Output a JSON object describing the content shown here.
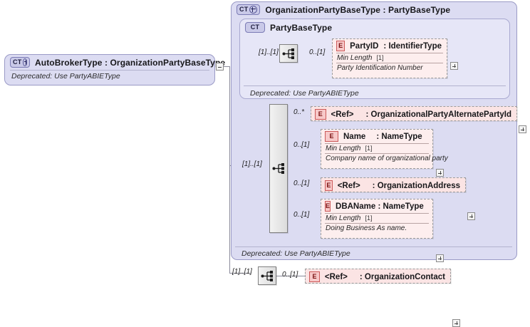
{
  "diagram": {
    "kind": "xsd-schema-diagram",
    "root_type": {
      "badge": "CT",
      "label": "AutoBrokerType : OrganizationPartyBaseType",
      "annotation": "Deprecated: Use PartyABIEType",
      "collapse_toggle": "minus-toggle"
    },
    "outer_container": {
      "badge": "CT",
      "label": "OrganizationPartyBaseType : PartyBaseType",
      "annotation": "Deprecated: Use PartyABIEType"
    },
    "inner_container": {
      "badge": "CT",
      "label": "PartyBaseType",
      "annotation": "Deprecated: Use PartyABIEType"
    },
    "sequences": [
      {
        "name": "party-base-sequence",
        "cardinality": "[1]..[1]"
      },
      {
        "name": "organization-party-sequence",
        "cardinality": "[1]..[1]"
      },
      {
        "name": "auto-broker-sequence",
        "cardinality": "[1]..[1]"
      }
    ],
    "elements": [
      {
        "id": "partyid",
        "badge": "E",
        "name": "PartyID",
        "type": ": IdentifierType",
        "cardinality": "0..[1]",
        "facet_label": "Min Length",
        "facet_value": "[1]",
        "documentation": "Party Identification Number",
        "toggle": "plus-toggle"
      },
      {
        "id": "alternate-party-id",
        "badge": "E",
        "name": "<Ref>",
        "type": ": OrganizationalPartyAlternatePartyId",
        "cardinality": "0..*",
        "facet_label": "",
        "facet_value": "",
        "documentation": "",
        "toggle": "plus-toggle"
      },
      {
        "id": "name",
        "badge": "E",
        "name": "Name",
        "type": ": NameType",
        "cardinality": "0..[1]",
        "facet_label": "Min Length",
        "facet_value": "[1]",
        "documentation": "Company name of organizational party",
        "toggle": "plus-toggle"
      },
      {
        "id": "organization-address",
        "badge": "E",
        "name": "<Ref>",
        "type": ": OrganizationAddress",
        "cardinality": "0..[1]",
        "facet_label": "",
        "facet_value": "",
        "documentation": "",
        "toggle": "plus-toggle"
      },
      {
        "id": "dbaname",
        "badge": "E",
        "name": "DBAName : NameType",
        "type": "",
        "cardinality": "0..[1]",
        "facet_label": "Min Length",
        "facet_value": "[1]",
        "documentation": "Doing Business As name.",
        "toggle": "plus-toggle"
      },
      {
        "id": "organization-contact",
        "badge": "E",
        "name": "<Ref>",
        "type": ": OrganizationContact",
        "cardinality": "0..[1]",
        "facet_label": "",
        "facet_value": "",
        "documentation": "",
        "toggle": "plus-toggle"
      }
    ],
    "colors": {
      "container_outer": "#dcdcf2",
      "container_inner": "#e6e6f7",
      "element_fill": "#fdeeee",
      "element_badge": "#f7c9c9",
      "type_badge": "#c9c9e8",
      "line": "#8a8a9a"
    }
  }
}
